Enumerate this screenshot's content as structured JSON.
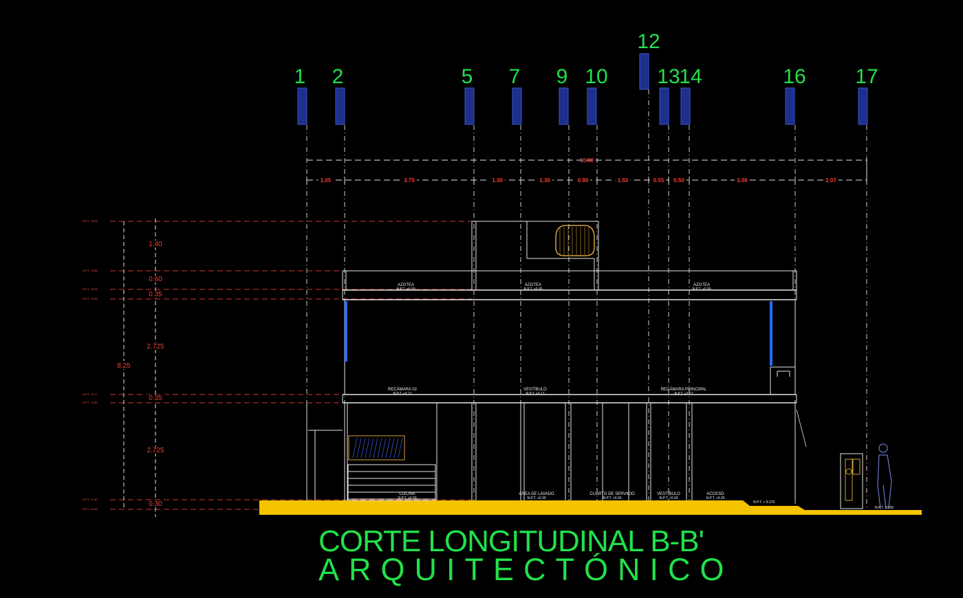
{
  "title": {
    "line1": "CORTE LONGITUDINAL B-B'",
    "line2": "ARQUITECTÓNICO"
  },
  "colors": {
    "background": "#000000",
    "axis_text": "#22e04a",
    "column_fill": "#1e2f8c",
    "dimension_red": "#ff3b30",
    "ground": "#f5c400",
    "structure": "#e6e6e6",
    "glass": "#2d6bff"
  },
  "axes": [
    {
      "label": "1"
    },
    {
      "label": "2"
    },
    {
      "label": "5"
    },
    {
      "label": "7"
    },
    {
      "label": "9"
    },
    {
      "label": "10"
    },
    {
      "label": "12"
    },
    {
      "label": "13"
    },
    {
      "label": "14"
    },
    {
      "label": "16"
    },
    {
      "label": "17"
    }
  ],
  "horizontal_dimensions": {
    "total": "10.00",
    "spans": [
      "1.05",
      "3.75",
      "1.30",
      "1.30",
      "0.90",
      "1.50",
      "0.55",
      "0.50",
      "3.00",
      "2.07"
    ]
  },
  "vertical_dimensions": {
    "total": "8.25",
    "parts": [
      "1.40",
      "0.60",
      "0.35",
      "2.725",
      "0.35",
      "2.725",
      "0.30"
    ],
    "level_tags": [
      "N.P.T. +8.25",
      "N.P.T. +6.85",
      "N.P.T. +6.25",
      "N.P.T. +5.90",
      "N.P.T. +3.17",
      "N.P.T. +2.82",
      "N.P.T. +0.30",
      "N.P.T. ±0.00"
    ]
  },
  "rooms": {
    "roof": [
      {
        "name": "AZOTEA",
        "level": "N.P.T. +5.90"
      },
      {
        "name": "AZOTEA",
        "level": "N.P.T. +5.90"
      },
      {
        "name": "AZOTEA",
        "level": "N.P.T. +5.90"
      }
    ],
    "upper": [
      {
        "name": "RECÁMARA 02",
        "level": "N.P.T. +3.17"
      },
      {
        "name": "VESTÍBULO",
        "level": "N.P.T. +3.17"
      },
      {
        "name": "RECÁMARA PRINCIPAL",
        "level": "N.P.T. +3.17"
      }
    ],
    "ground": [
      {
        "name": "COCINA",
        "level": "N.P.T. +0.30"
      },
      {
        "name": "ÁREA DE LAVADO",
        "level": "N.P.T. +0.30"
      },
      {
        "name": "CUARTO DE SERVICIO",
        "level": "N.P.T. +0.30"
      },
      {
        "name": "VESTÍBULO",
        "level": "N.P.T. +0.30"
      },
      {
        "name": "ACCESO",
        "level": "N.P.T. +0.30"
      }
    ],
    "exterior": [
      {
        "level": "N.P.T. + 0.170"
      },
      {
        "level": "N.P.T. ±0.00"
      }
    ]
  }
}
